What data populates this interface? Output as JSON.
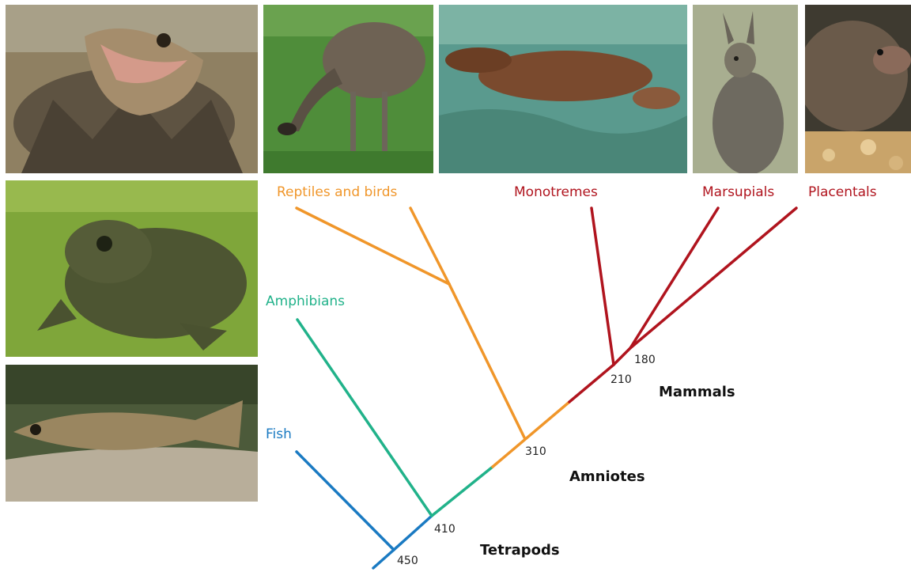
{
  "tips": [
    {
      "name": "Reptiles and birds",
      "color": "#f0962a"
    },
    {
      "name": "Monotremes",
      "color": "#b0141e"
    },
    {
      "name": "Marsupials",
      "color": "#b0141e"
    },
    {
      "name": "Placentals",
      "color": "#b0141e"
    },
    {
      "name": "Amphibians",
      "color": "#21b28a"
    },
    {
      "name": "Fish",
      "color": "#1a7ac2"
    }
  ],
  "nodes": [
    "450",
    "410",
    "310",
    "210",
    "180"
  ],
  "clades": [
    "Tetrapods",
    "Amniotes",
    "Mammals"
  ],
  "colors": {
    "fish": "#1a7ac2",
    "amphibians": "#21b28a",
    "amniotes": "#f0962a",
    "mammals": "#b0141e"
  },
  "photos": [
    {
      "name": "bearded-dragon-photo",
      "subject": "bearded dragon lizard"
    },
    {
      "name": "emu-photo",
      "subject": "emu"
    },
    {
      "name": "platypus-photo",
      "subject": "platypus"
    },
    {
      "name": "wallaby-photo",
      "subject": "wallaby"
    },
    {
      "name": "shrew-photo",
      "subject": "shrew"
    },
    {
      "name": "toad-photo",
      "subject": "toad"
    },
    {
      "name": "fish-photo",
      "subject": "stickleback fish"
    }
  ]
}
